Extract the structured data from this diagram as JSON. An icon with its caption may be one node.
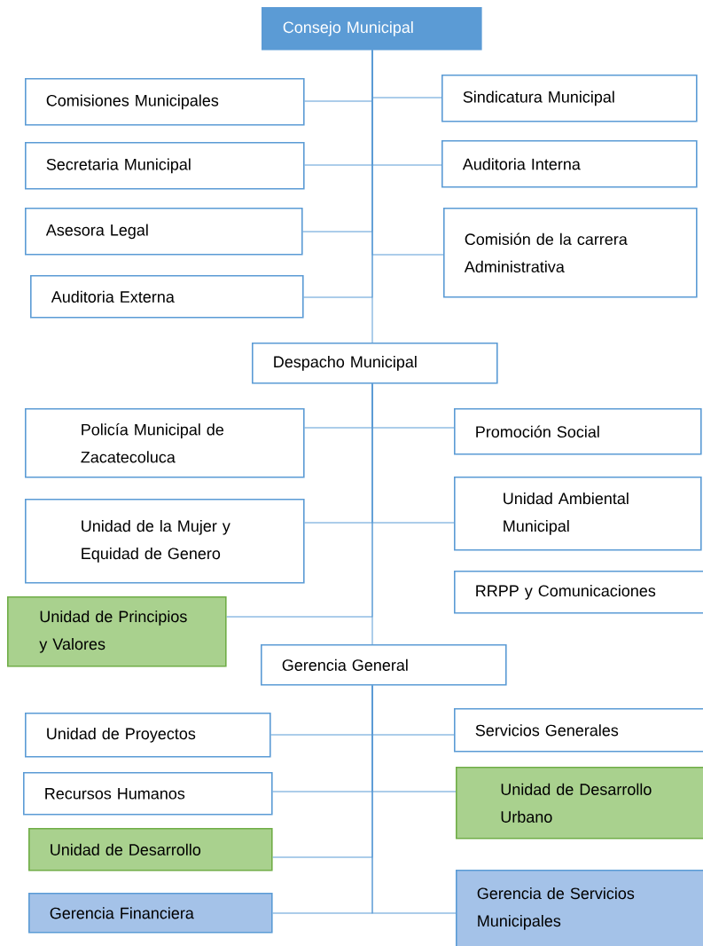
{
  "diagram": {
    "nodes": [
      {
        "text": [
          "Consejo Municipal"
        ]
      },
      {
        "text": [
          "Comisiones Municipales"
        ]
      },
      {
        "text": [
          "Sindicatura Municipal"
        ]
      },
      {
        "text": [
          "Secretaria  Municipal"
        ]
      },
      {
        "text": [
          "Auditoria Interna"
        ]
      },
      {
        "text": [
          "Asesora Legal"
        ]
      },
      {
        "text": [
          "Comisión de la carrera Administrativa"
        ]
      },
      {
        "text": [
          "Auditoria Externa"
        ]
      },
      {
        "text": [
          "Despacho  Municipal"
        ]
      },
      {
        "text": [
          "Policía Municipal de Zacatecoluca"
        ]
      },
      {
        "text": [
          "Promoción Social"
        ]
      },
      {
        "text": [
          "Unidad de la Mujer y Equidad de Genero"
        ]
      },
      {
        "text": [
          "Unidad Ambiental Municipal"
        ]
      },
      {
        "text": [
          "RRPP y Comunicaciones"
        ]
      },
      {
        "text": [
          "Unidad de Principios y Valores"
        ]
      },
      {
        "text": [
          "Gerencia General"
        ]
      },
      {
        "text": [
          "Unidad de Proyectos"
        ]
      },
      {
        "text": [
          "Servicios Generales"
        ]
      },
      {
        "text": [
          "Recursos Humanos"
        ]
      },
      {
        "text": [
          "Unidad de Desarrollo Urbano"
        ]
      },
      {
        "text": [
          "Unidad de Desarrollo"
        ]
      },
      {
        "text": [
          "Gerencia Financiera"
        ]
      },
      {
        "text": [
          "Gerencia de Servicios Municipales"
        ]
      }
    ],
    "edges": [
      {
        "from": 0,
        "to": 1,
        "arrow": "none"
      },
      {
        "from": 0,
        "to": 2,
        "arrow": "none"
      },
      {
        "from": 0,
        "to": 3,
        "arrow": "none"
      },
      {
        "from": 0,
        "to": 4,
        "arrow": "none"
      },
      {
        "from": 0,
        "to": 5,
        "arrow": "none"
      },
      {
        "from": 0,
        "to": 6,
        "arrow": "none"
      },
      {
        "from": 0,
        "to": 7,
        "arrow": "none"
      },
      {
        "from": 0,
        "to": 8,
        "arrow": "none"
      },
      {
        "from": 8,
        "to": 9,
        "arrow": "none"
      },
      {
        "from": 8,
        "to": 10,
        "arrow": "none"
      },
      {
        "from": 8,
        "to": 11,
        "arrow": "none"
      },
      {
        "from": 8,
        "to": 12,
        "arrow": "none"
      },
      {
        "from": 8,
        "to": 14,
        "arrow": "none"
      },
      {
        "from": 8,
        "to": 15,
        "arrow": "none"
      },
      {
        "from": 15,
        "to": 16,
        "arrow": "none"
      },
      {
        "from": 15,
        "to": 17,
        "arrow": "none"
      },
      {
        "from": 15,
        "to": 18,
        "arrow": "none"
      },
      {
        "from": 15,
        "to": 19,
        "arrow": "none"
      },
      {
        "from": 15,
        "to": 20,
        "arrow": "none"
      },
      {
        "from": 15,
        "to": 21,
        "arrow": "none"
      },
      {
        "from": 15,
        "to": 22,
        "arrow": "none"
      }
    ]
  }
}
